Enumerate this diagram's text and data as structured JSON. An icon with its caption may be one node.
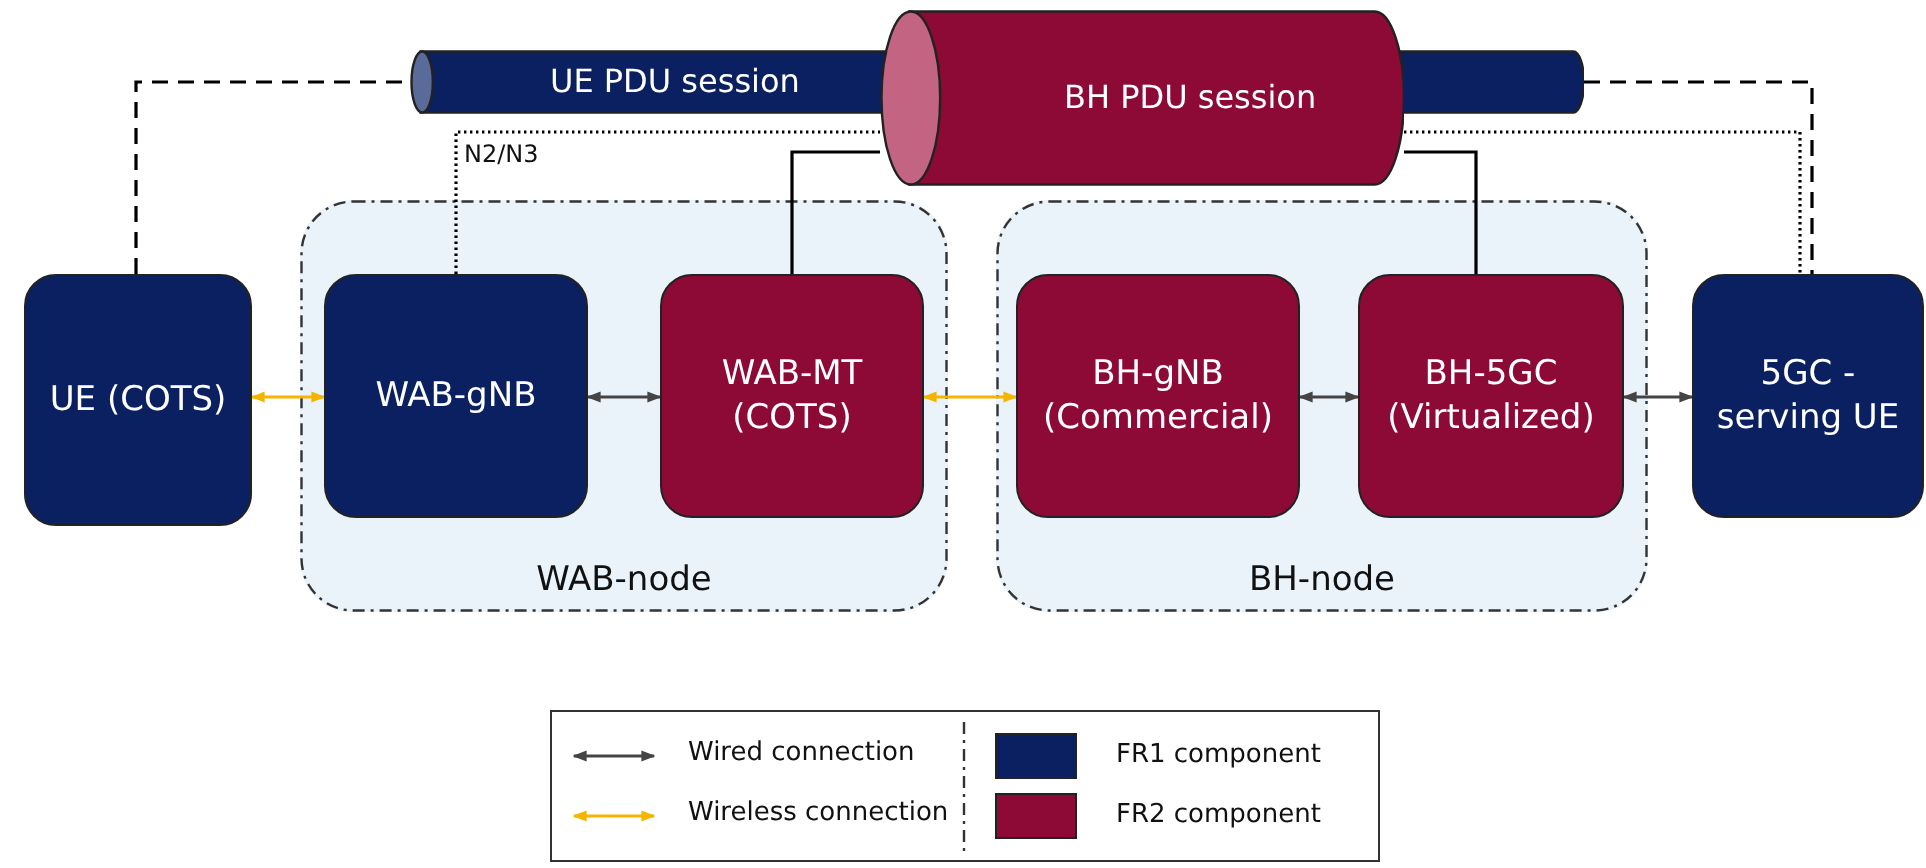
{
  "diagram": {
    "nodes": [
      {
        "text": [
          "UE PDU session"
        ]
      },
      {
        "text": [
          "BH PDU session"
        ]
      },
      {
        "text": [
          "UE (COTS)"
        ]
      },
      {
        "text": [
          "WAB-node"
        ]
      },
      {
        "text": [
          "WAB-gNB"
        ],
        "in": 3
      },
      {
        "text": [
          "WAB-MT (COTS)"
        ],
        "in": 3
      },
      {
        "text": [
          "BH-node"
        ]
      },
      {
        "text": [
          "BH-gNB (Commercial)"
        ],
        "in": 6
      },
      {
        "text": [
          "BH-5GC (Virtualized)"
        ],
        "in": 6
      },
      {
        "text": [
          "5GC - serving UE"
        ]
      },
      {
        "text": [],
        "shape": "cylinder"
      }
    ],
    "edges": [
      {
        "from": 2,
        "to": 4,
        "arrow": "both",
        "color": "#f5b400"
      },
      {
        "from": 4,
        "to": 5,
        "arrow": "both"
      },
      {
        "from": 5,
        "to": 7,
        "arrow": "both",
        "color": "#f5b400"
      },
      {
        "from": 7,
        "to": 8,
        "arrow": "both"
      },
      {
        "from": 8,
        "to": 9,
        "arrow": "both"
      },
      {
        "from": 2,
        "to": 0,
        "arrow": "none",
        "style": "dashed",
        "color": "#000000"
      },
      {
        "from": 10,
        "to": 9,
        "arrow": "none",
        "style": "dashed",
        "color": "#000000"
      },
      {
        "from": 4,
        "to": 1,
        "arrow": "none",
        "style": "dashed",
        "color": "#000000",
        "label": "N2/N3"
      },
      {
        "from": 1,
        "to": 9,
        "arrow": "none",
        "style": "dashed",
        "color": "#000000"
      },
      {
        "from": 5,
        "to": 1,
        "arrow": "none",
        "color": "#000000"
      },
      {
        "from": 1,
        "to": 8,
        "arrow": "none",
        "color": "#000000"
      }
    ],
    "legend": [
      {
        "text": "Wired connection"
      },
      {
        "text": "Wireless connection"
      },
      {
        "text": "FR1 component",
        "color": "#0b2060"
      },
      {
        "text": "FR2 component",
        "color": "#8c0a35"
      }
    ]
  }
}
